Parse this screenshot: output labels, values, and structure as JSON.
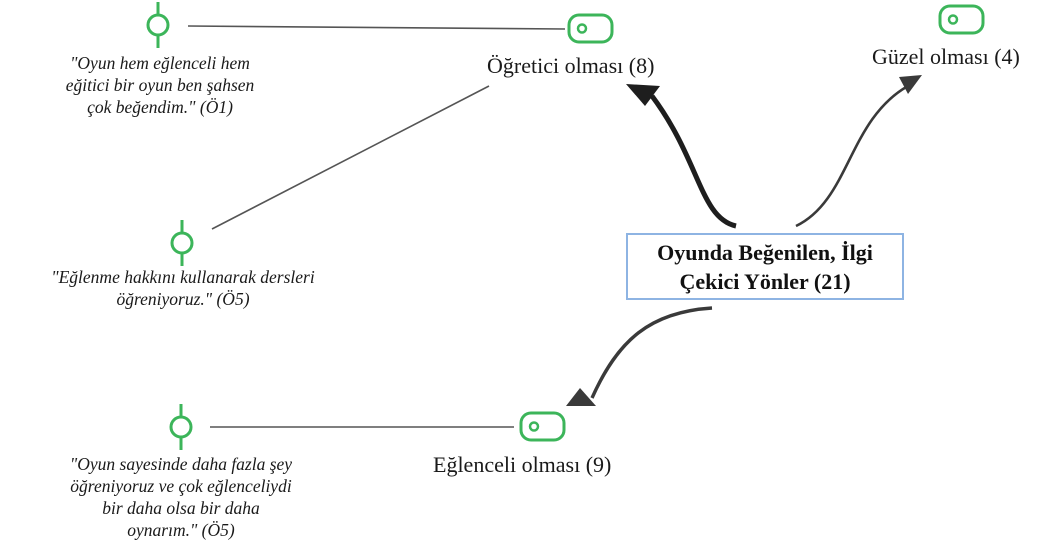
{
  "root": {
    "label": "Oyunda Beğenilen, İlgi\nÇekici  Yönler (21)"
  },
  "codes": {
    "ogretici": {
      "label": "Öğretici olması (8)"
    },
    "guzel": {
      "label": "Güzel olması (4)"
    },
    "eglenceli": {
      "label": "Eğlenceli olması (9)"
    }
  },
  "quotes": {
    "q1": {
      "text": "\"Oyun hem eğlenceli hem\neğitici bir oyun ben şahsen\nçok beğendim.\" (Ö1)"
    },
    "q2": {
      "text": "\"Eğlenme hakkını kullanarak dersleri\nöğreniyoruz.\" (Ö5)"
    },
    "q3": {
      "text": "\"Oyun sayesinde daha fazla şey\nöğreniyoruz ve çok eğlenceliydi\nbir daha olsa bir daha\noynarım.\" (Ö5)"
    }
  },
  "colors": {
    "code_icon": "#3cb55a",
    "quote_icon": "#3cb55a",
    "root_border": "#8eb4e3",
    "arrow_strong": "#1e1e1e",
    "arrow_normal": "#3a3a3a",
    "link_line": "#555555"
  },
  "icons": {
    "code": "code-tag-icon",
    "quote": "quotation-pin-icon"
  }
}
